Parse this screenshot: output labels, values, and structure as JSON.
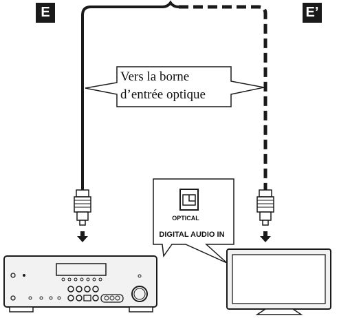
{
  "labels": {
    "left_tag": "E",
    "right_tag": "E’",
    "callout_line1": "Vers la borne",
    "callout_line2": "d’entrée optique",
    "port_optical": "OPTICAL",
    "port_digital_audio_in": "DIGITAL AUDIO IN"
  },
  "icons": {
    "receiver": "av-receiver-icon",
    "television": "television-icon",
    "connector_left": "optical-plug-icon",
    "connector_right": "optical-plug-icon",
    "port": "optical-port-icon"
  },
  "colors": {
    "line": "#1a1a1a",
    "tag_bg": "#1a1a1a",
    "tag_text": "#ffffff",
    "device_fill": "#f2f2f2"
  }
}
